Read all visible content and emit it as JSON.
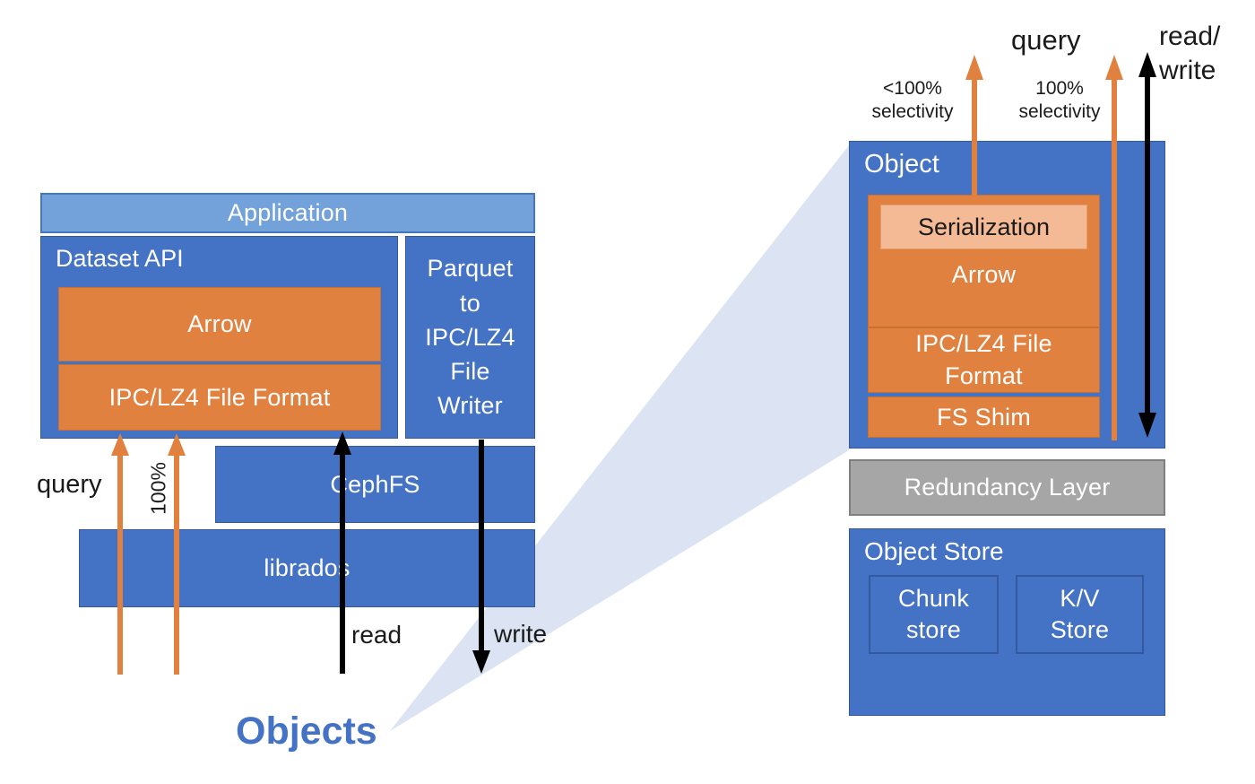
{
  "left": {
    "application": "Application",
    "dataset_api": "Dataset API",
    "arrow": "Arrow",
    "ipc_format": "IPC/LZ4 File Format",
    "parquet_writer": "Parquet\nto\nIPC/LZ4\nFile\nWriter",
    "cephfs": "CephFS",
    "librados": "librados",
    "labels": {
      "query": "query",
      "selectivity_100": "100%",
      "read": "read",
      "write": "write",
      "objects": "Objects"
    }
  },
  "right": {
    "object": "Object",
    "serialization": "Serialization",
    "arrow": "Arrow",
    "ipc_format": "IPC/LZ4 File\nFormat",
    "fs_shim": "FS Shim",
    "redundancy_layer": "Redundancy Layer",
    "object_store": "Object Store",
    "chunk_store": "Chunk\nstore",
    "kv_store": "K/V\nStore",
    "labels": {
      "query": "query",
      "read_write": "read/\nwrite",
      "lt_100_selectivity": "<100%\nselectivity",
      "eq_100_selectivity": "100%\nselectivity"
    }
  },
  "colors": {
    "blue": "#4472C4",
    "blue_border": "#35599E",
    "light_blue": "#73A1D9",
    "light_blue_border": "#4577BE",
    "orange": "#E0813F",
    "orange_border": "#C96F2F",
    "peach": "#F4BA95",
    "peach_border": "#E39A6C",
    "gray": "#A6A6A6",
    "gray_border": "#7F7F7F",
    "lavender": "#DCE4F4",
    "label_black": "#1A1A1A",
    "objects_blue": "#4472C4",
    "arrow_black": "#000000"
  }
}
